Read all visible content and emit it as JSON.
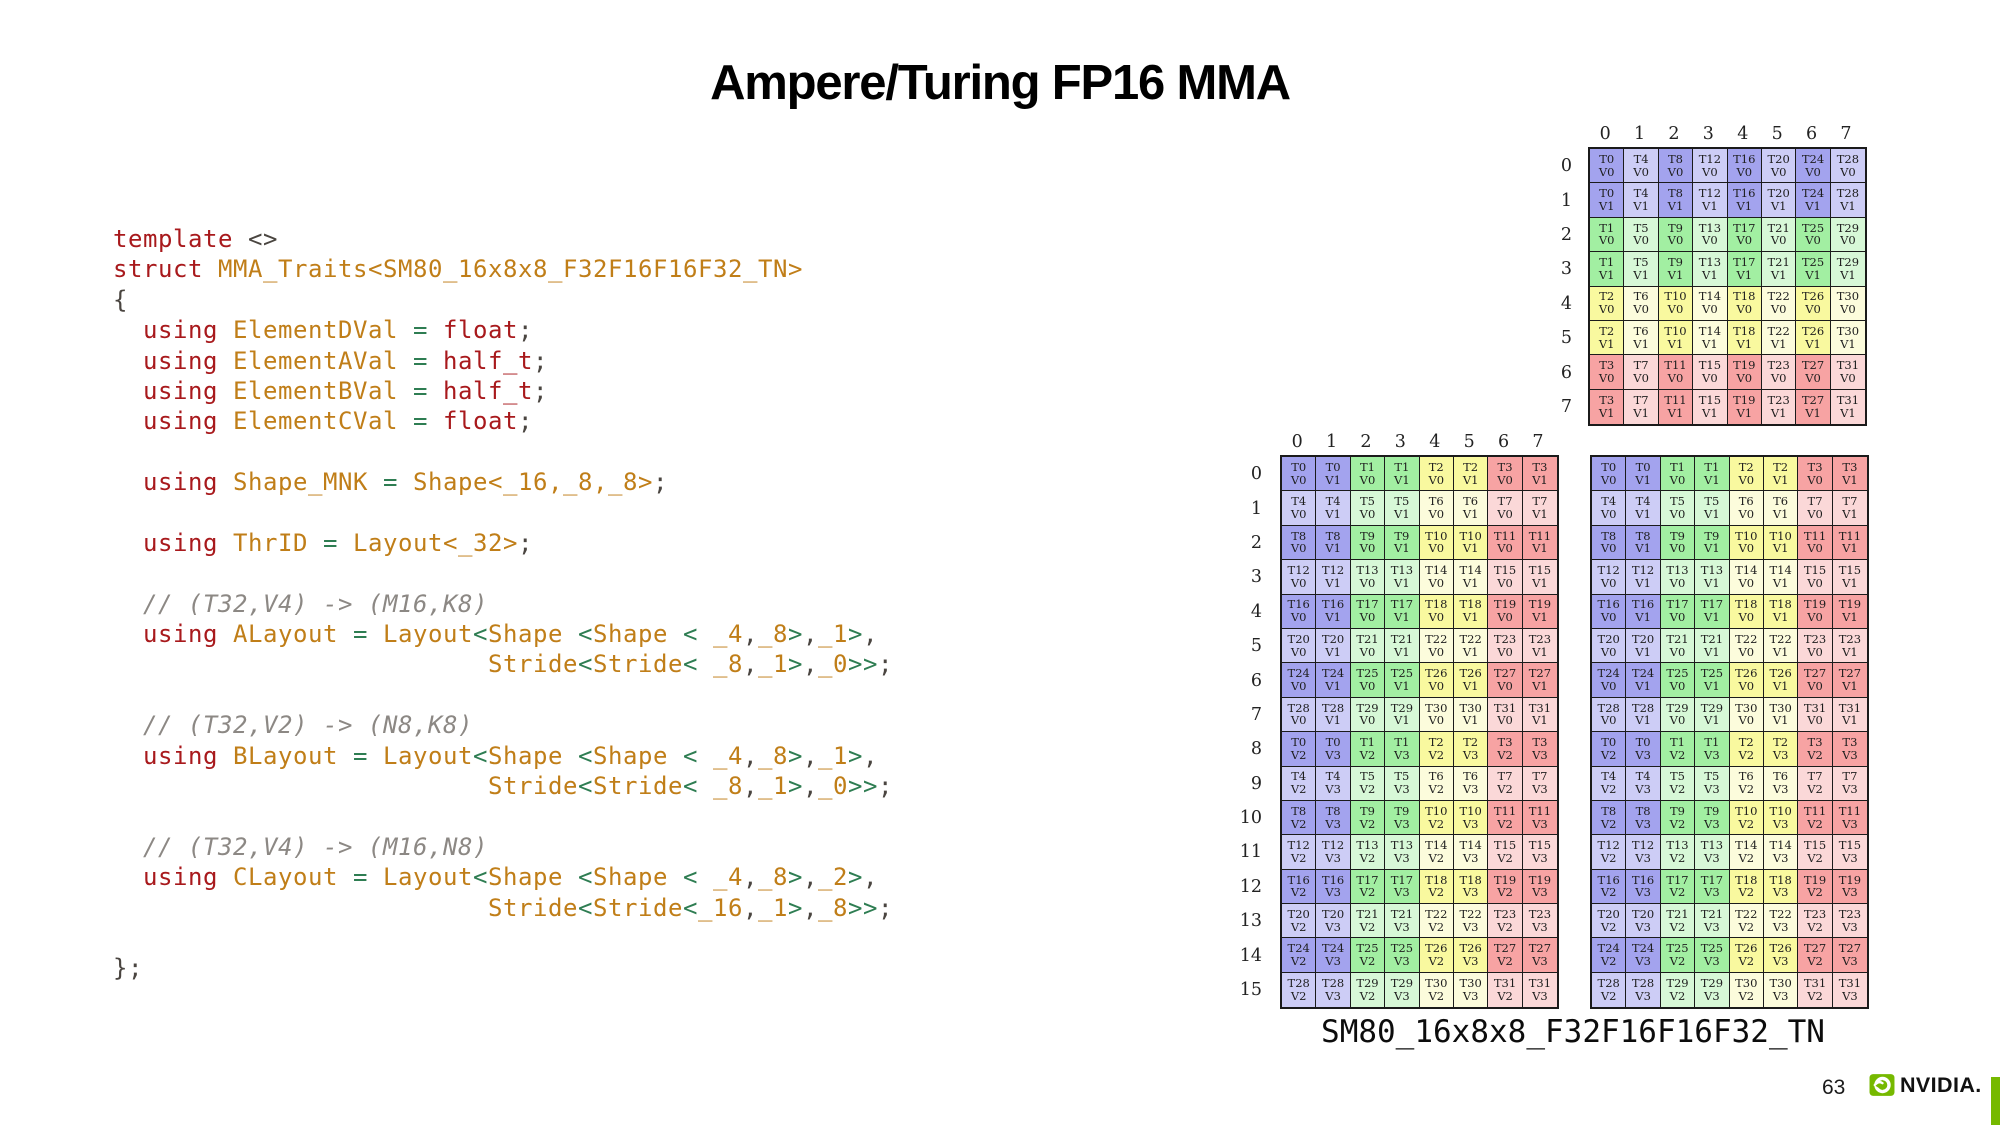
{
  "title": "Ampere/Turing FP16 MMA",
  "caption": "SM80_16x8x8_F32F16F16F32_TN",
  "footer": {
    "page_number": "63",
    "brand": "NVIDIA."
  },
  "palette": {
    "nvidia_green": "#76B900",
    "code": {
      "keyword": "#A8191C",
      "type": "#C07E18",
      "operator_green": "#2E7D52",
      "comment": "#8C8884",
      "plain": "#4A4540"
    },
    "groups": {
      "blue": {
        "dark": "#A3A3EE",
        "light": "#CDCDF6"
      },
      "green": {
        "dark": "#A2EFA2",
        "light": "#D7F8D7"
      },
      "yellow": {
        "dark": "#F9F99F",
        "light": "#FCFCDC"
      },
      "red": {
        "dark": "#F7A3A3",
        "light": "#FBD8D8"
      }
    }
  },
  "code_lines": [
    [
      [
        "k",
        "template"
      ],
      [
        "p",
        " <>"
      ]
    ],
    [
      [
        "k",
        "struct"
      ],
      [
        "p",
        " "
      ],
      [
        "o",
        "MMA_Traits<SM80_16x8x8_F32F16F16F32_TN>"
      ]
    ],
    [
      [
        "p",
        "{"
      ]
    ],
    [
      [
        "p",
        "  "
      ],
      [
        "k",
        "using"
      ],
      [
        "p",
        " "
      ],
      [
        "o",
        "ElementDVal"
      ],
      [
        "p",
        " "
      ],
      [
        "g",
        "="
      ],
      [
        "p",
        " "
      ],
      [
        "k",
        "float"
      ],
      [
        "p",
        ";"
      ]
    ],
    [
      [
        "p",
        "  "
      ],
      [
        "k",
        "using"
      ],
      [
        "p",
        " "
      ],
      [
        "o",
        "ElementAVal"
      ],
      [
        "p",
        " "
      ],
      [
        "g",
        "="
      ],
      [
        "p",
        " "
      ],
      [
        "k",
        "half_t"
      ],
      [
        "p",
        ";"
      ]
    ],
    [
      [
        "p",
        "  "
      ],
      [
        "k",
        "using"
      ],
      [
        "p",
        " "
      ],
      [
        "o",
        "ElementBVal"
      ],
      [
        "p",
        " "
      ],
      [
        "g",
        "="
      ],
      [
        "p",
        " "
      ],
      [
        "k",
        "half_t"
      ],
      [
        "p",
        ";"
      ]
    ],
    [
      [
        "p",
        "  "
      ],
      [
        "k",
        "using"
      ],
      [
        "p",
        " "
      ],
      [
        "o",
        "ElementCVal"
      ],
      [
        "p",
        " "
      ],
      [
        "g",
        "="
      ],
      [
        "p",
        " "
      ],
      [
        "k",
        "float"
      ],
      [
        "p",
        ";"
      ]
    ],
    [],
    [
      [
        "p",
        "  "
      ],
      [
        "k",
        "using"
      ],
      [
        "p",
        " "
      ],
      [
        "o",
        "Shape_MNK"
      ],
      [
        "p",
        " "
      ],
      [
        "g",
        "="
      ],
      [
        "p",
        " "
      ],
      [
        "o",
        "Shape<_16,_8,_8>"
      ],
      [
        "p",
        ";"
      ]
    ],
    [],
    [
      [
        "p",
        "  "
      ],
      [
        "k",
        "using"
      ],
      [
        "p",
        " "
      ],
      [
        "o",
        "ThrID"
      ],
      [
        "p",
        " "
      ],
      [
        "g",
        "="
      ],
      [
        "p",
        " "
      ],
      [
        "o",
        "Layout<_32>"
      ],
      [
        "p",
        ";"
      ]
    ],
    [],
    [
      [
        "c",
        "  // (T32,V4) -> (M16,K8)"
      ]
    ],
    [
      [
        "p",
        "  "
      ],
      [
        "k",
        "using"
      ],
      [
        "p",
        " "
      ],
      [
        "o",
        "ALayout"
      ],
      [
        "p",
        " "
      ],
      [
        "g",
        "="
      ],
      [
        "p",
        " "
      ],
      [
        "o",
        "Layout"
      ],
      [
        "g",
        "<"
      ],
      [
        "o",
        "Shape"
      ],
      [
        "p",
        " "
      ],
      [
        "g",
        "<"
      ],
      [
        "o",
        "Shape"
      ],
      [
        "p",
        " "
      ],
      [
        "g",
        "<"
      ],
      [
        "p",
        " "
      ],
      [
        "o",
        "_4"
      ],
      [
        "p",
        ","
      ],
      [
        "o",
        "_8"
      ],
      [
        "g",
        ">"
      ],
      [
        "p",
        ","
      ],
      [
        "o",
        "_1"
      ],
      [
        "g",
        ">"
      ],
      [
        "p",
        ","
      ]
    ],
    [
      [
        "p",
        "                         "
      ],
      [
        "o",
        "Stride"
      ],
      [
        "g",
        "<"
      ],
      [
        "o",
        "Stride"
      ],
      [
        "g",
        "<"
      ],
      [
        "p",
        " "
      ],
      [
        "o",
        "_8"
      ],
      [
        "p",
        ","
      ],
      [
        "o",
        "_1"
      ],
      [
        "g",
        ">"
      ],
      [
        "p",
        ","
      ],
      [
        "o",
        "_0"
      ],
      [
        "g",
        ">>"
      ],
      [
        "p",
        ";"
      ]
    ],
    [],
    [
      [
        "c",
        "  // (T32,V2) -> (N8,K8)"
      ]
    ],
    [
      [
        "p",
        "  "
      ],
      [
        "k",
        "using"
      ],
      [
        "p",
        " "
      ],
      [
        "o",
        "BLayout"
      ],
      [
        "p",
        " "
      ],
      [
        "g",
        "="
      ],
      [
        "p",
        " "
      ],
      [
        "o",
        "Layout"
      ],
      [
        "g",
        "<"
      ],
      [
        "o",
        "Shape"
      ],
      [
        "p",
        " "
      ],
      [
        "g",
        "<"
      ],
      [
        "o",
        "Shape"
      ],
      [
        "p",
        " "
      ],
      [
        "g",
        "<"
      ],
      [
        "p",
        " "
      ],
      [
        "o",
        "_4"
      ],
      [
        "p",
        ","
      ],
      [
        "o",
        "_8"
      ],
      [
        "g",
        ">"
      ],
      [
        "p",
        ","
      ],
      [
        "o",
        "_1"
      ],
      [
        "g",
        ">"
      ],
      [
        "p",
        ","
      ]
    ],
    [
      [
        "p",
        "                         "
      ],
      [
        "o",
        "Stride"
      ],
      [
        "g",
        "<"
      ],
      [
        "o",
        "Stride"
      ],
      [
        "g",
        "<"
      ],
      [
        "p",
        " "
      ],
      [
        "o",
        "_8"
      ],
      [
        "p",
        ","
      ],
      [
        "o",
        "_1"
      ],
      [
        "g",
        ">"
      ],
      [
        "p",
        ","
      ],
      [
        "o",
        "_0"
      ],
      [
        "g",
        ">>"
      ],
      [
        "p",
        ";"
      ]
    ],
    [],
    [
      [
        "c",
        "  // (T32,V4) -> (M16,N8)"
      ]
    ],
    [
      [
        "p",
        "  "
      ],
      [
        "k",
        "using"
      ],
      [
        "p",
        " "
      ],
      [
        "o",
        "CLayout"
      ],
      [
        "p",
        " "
      ],
      [
        "g",
        "="
      ],
      [
        "p",
        " "
      ],
      [
        "o",
        "Layout"
      ],
      [
        "g",
        "<"
      ],
      [
        "o",
        "Shape"
      ],
      [
        "p",
        " "
      ],
      [
        "g",
        "<"
      ],
      [
        "o",
        "Shape"
      ],
      [
        "p",
        " "
      ],
      [
        "g",
        "<"
      ],
      [
        "p",
        " "
      ],
      [
        "o",
        "_4"
      ],
      [
        "p",
        ","
      ],
      [
        "o",
        "_8"
      ],
      [
        "g",
        ">"
      ],
      [
        "p",
        ","
      ],
      [
        "o",
        "_2"
      ],
      [
        "g",
        ">"
      ],
      [
        "p",
        ","
      ]
    ],
    [
      [
        "p",
        "                         "
      ],
      [
        "o",
        "Stride"
      ],
      [
        "g",
        "<"
      ],
      [
        "o",
        "Stride"
      ],
      [
        "g",
        "<"
      ],
      [
        "o",
        "_16"
      ],
      [
        "p",
        ","
      ],
      [
        "o",
        "_1"
      ],
      [
        "g",
        ">"
      ],
      [
        "p",
        ","
      ],
      [
        "o",
        "_8"
      ],
      [
        "g",
        ">>"
      ],
      [
        "p",
        ";"
      ]
    ],
    [],
    [
      [
        "p",
        "};"
      ]
    ]
  ],
  "grids": {
    "b_layout": {
      "color_axis": "row",
      "shade_axis": "col",
      "col_headers": [
        "0",
        "1",
        "2",
        "3",
        "4",
        "5",
        "6",
        "7"
      ],
      "row_headers": [
        "0",
        "1",
        "2",
        "3",
        "4",
        "5",
        "6",
        "7"
      ],
      "cells": [
        [
          "T0 V0",
          "T4 V0",
          "T8 V0",
          "T12 V0",
          "T16 V0",
          "T20 V0",
          "T24 V0",
          "T28 V0"
        ],
        [
          "T0 V1",
          "T4 V1",
          "T8 V1",
          "T12 V1",
          "T16 V1",
          "T20 V1",
          "T24 V1",
          "T28 V1"
        ],
        [
          "T1 V0",
          "T5 V0",
          "T9 V0",
          "T13 V0",
          "T17 V0",
          "T21 V0",
          "T25 V0",
          "T29 V0"
        ],
        [
          "T1 V1",
          "T5 V1",
          "T9 V1",
          "T13 V1",
          "T17 V1",
          "T21 V1",
          "T25 V1",
          "T29 V1"
        ],
        [
          "T2 V0",
          "T6 V0",
          "T10 V0",
          "T14 V0",
          "T18 V0",
          "T22 V0",
          "T26 V0",
          "T30 V0"
        ],
        [
          "T2 V1",
          "T6 V1",
          "T10 V1",
          "T14 V1",
          "T18 V1",
          "T22 V1",
          "T26 V1",
          "T30 V1"
        ],
        [
          "T3 V0",
          "T7 V0",
          "T11 V0",
          "T15 V0",
          "T19 V0",
          "T23 V0",
          "T27 V0",
          "T31 V0"
        ],
        [
          "T3 V1",
          "T7 V1",
          "T11 V1",
          "T15 V1",
          "T19 V1",
          "T23 V1",
          "T27 V1",
          "T31 V1"
        ]
      ]
    },
    "a_layout": {
      "color_axis": "col",
      "shade_axis": "row",
      "col_headers": [
        "0",
        "1",
        "2",
        "3",
        "4",
        "5",
        "6",
        "7"
      ],
      "row_headers": [
        "0",
        "1",
        "2",
        "3",
        "4",
        "5",
        "6",
        "7",
        "8",
        "9",
        "10",
        "11",
        "12",
        "13",
        "14",
        "15"
      ],
      "cells": [
        [
          "T0 V0",
          "T0 V1",
          "T1 V0",
          "T1 V1",
          "T2 V0",
          "T2 V1",
          "T3 V0",
          "T3 V1"
        ],
        [
          "T4 V0",
          "T4 V1",
          "T5 V0",
          "T5 V1",
          "T6 V0",
          "T6 V1",
          "T7 V0",
          "T7 V1"
        ],
        [
          "T8 V0",
          "T8 V1",
          "T9 V0",
          "T9 V1",
          "T10 V0",
          "T10 V1",
          "T11 V0",
          "T11 V1"
        ],
        [
          "T12 V0",
          "T12 V1",
          "T13 V0",
          "T13 V1",
          "T14 V0",
          "T14 V1",
          "T15 V0",
          "T15 V1"
        ],
        [
          "T16 V0",
          "T16 V1",
          "T17 V0",
          "T17 V1",
          "T18 V0",
          "T18 V1",
          "T19 V0",
          "T19 V1"
        ],
        [
          "T20 V0",
          "T20 V1",
          "T21 V0",
          "T21 V1",
          "T22 V0",
          "T22 V1",
          "T23 V0",
          "T23 V1"
        ],
        [
          "T24 V0",
          "T24 V1",
          "T25 V0",
          "T25 V1",
          "T26 V0",
          "T26 V1",
          "T27 V0",
          "T27 V1"
        ],
        [
          "T28 V0",
          "T28 V1",
          "T29 V0",
          "T29 V1",
          "T30 V0",
          "T30 V1",
          "T31 V0",
          "T31 V1"
        ],
        [
          "T0 V2",
          "T0 V3",
          "T1 V2",
          "T1 V3",
          "T2 V2",
          "T2 V3",
          "T3 V2",
          "T3 V3"
        ],
        [
          "T4 V2",
          "T4 V3",
          "T5 V2",
          "T5 V3",
          "T6 V2",
          "T6 V3",
          "T7 V2",
          "T7 V3"
        ],
        [
          "T8 V2",
          "T8 V3",
          "T9 V2",
          "T9 V3",
          "T10 V2",
          "T10 V3",
          "T11 V2",
          "T11 V3"
        ],
        [
          "T12 V2",
          "T12 V3",
          "T13 V2",
          "T13 V3",
          "T14 V2",
          "T14 V3",
          "T15 V2",
          "T15 V3"
        ],
        [
          "T16 V2",
          "T16 V3",
          "T17 V2",
          "T17 V3",
          "T18 V2",
          "T18 V3",
          "T19 V2",
          "T19 V3"
        ],
        [
          "T20 V2",
          "T20 V3",
          "T21 V2",
          "T21 V3",
          "T22 V2",
          "T22 V3",
          "T23 V2",
          "T23 V3"
        ],
        [
          "T24 V2",
          "T24 V3",
          "T25 V2",
          "T25 V3",
          "T26 V2",
          "T26 V3",
          "T27 V2",
          "T27 V3"
        ],
        [
          "T28 V2",
          "T28 V3",
          "T29 V2",
          "T29 V3",
          "T30 V2",
          "T30 V3",
          "T31 V2",
          "T31 V3"
        ]
      ]
    },
    "c_layout": {
      "color_axis": "col",
      "shade_axis": "row",
      "col_headers": [],
      "row_headers": [],
      "cells": [
        [
          "T0 V0",
          "T0 V1",
          "T1 V0",
          "T1 V1",
          "T2 V0",
          "T2 V1",
          "T3 V0",
          "T3 V1"
        ],
        [
          "T4 V0",
          "T4 V1",
          "T5 V0",
          "T5 V1",
          "T6 V0",
          "T6 V1",
          "T7 V0",
          "T7 V1"
        ],
        [
          "T8 V0",
          "T8 V1",
          "T9 V0",
          "T9 V1",
          "T10 V0",
          "T10 V1",
          "T11 V0",
          "T11 V1"
        ],
        [
          "T12 V0",
          "T12 V1",
          "T13 V0",
          "T13 V1",
          "T14 V0",
          "T14 V1",
          "T15 V0",
          "T15 V1"
        ],
        [
          "T16 V0",
          "T16 V1",
          "T17 V0",
          "T17 V1",
          "T18 V0",
          "T18 V1",
          "T19 V0",
          "T19 V1"
        ],
        [
          "T20 V0",
          "T20 V1",
          "T21 V0",
          "T21 V1",
          "T22 V0",
          "T22 V1",
          "T23 V0",
          "T23 V1"
        ],
        [
          "T24 V0",
          "T24 V1",
          "T25 V0",
          "T25 V1",
          "T26 V0",
          "T26 V1",
          "T27 V0",
          "T27 V1"
        ],
        [
          "T28 V0",
          "T28 V1",
          "T29 V0",
          "T29 V1",
          "T30 V0",
          "T30 V1",
          "T31 V0",
          "T31 V1"
        ],
        [
          "T0 V2",
          "T0 V3",
          "T1 V2",
          "T1 V3",
          "T2 V2",
          "T2 V3",
          "T3 V2",
          "T3 V3"
        ],
        [
          "T4 V2",
          "T4 V3",
          "T5 V2",
          "T5 V3",
          "T6 V2",
          "T6 V3",
          "T7 V2",
          "T7 V3"
        ],
        [
          "T8 V2",
          "T8 V3",
          "T9 V2",
          "T9 V3",
          "T10 V2",
          "T10 V3",
          "T11 V2",
          "T11 V3"
        ],
        [
          "T12 V2",
          "T12 V3",
          "T13 V2",
          "T13 V3",
          "T14 V2",
          "T14 V3",
          "T15 V2",
          "T15 V3"
        ],
        [
          "T16 V2",
          "T16 V3",
          "T17 V2",
          "T17 V3",
          "T18 V2",
          "T18 V3",
          "T19 V2",
          "T19 V3"
        ],
        [
          "T20 V2",
          "T20 V3",
          "T21 V2",
          "T21 V3",
          "T22 V2",
          "T22 V3",
          "T23 V2",
          "T23 V3"
        ],
        [
          "T24 V2",
          "T24 V3",
          "T25 V2",
          "T25 V3",
          "T26 V2",
          "T26 V3",
          "T27 V2",
          "T27 V3"
        ],
        [
          "T28 V2",
          "T28 V3",
          "T29 V2",
          "T29 V3",
          "T30 V2",
          "T30 V3",
          "T31 V2",
          "T31 V3"
        ]
      ]
    }
  }
}
